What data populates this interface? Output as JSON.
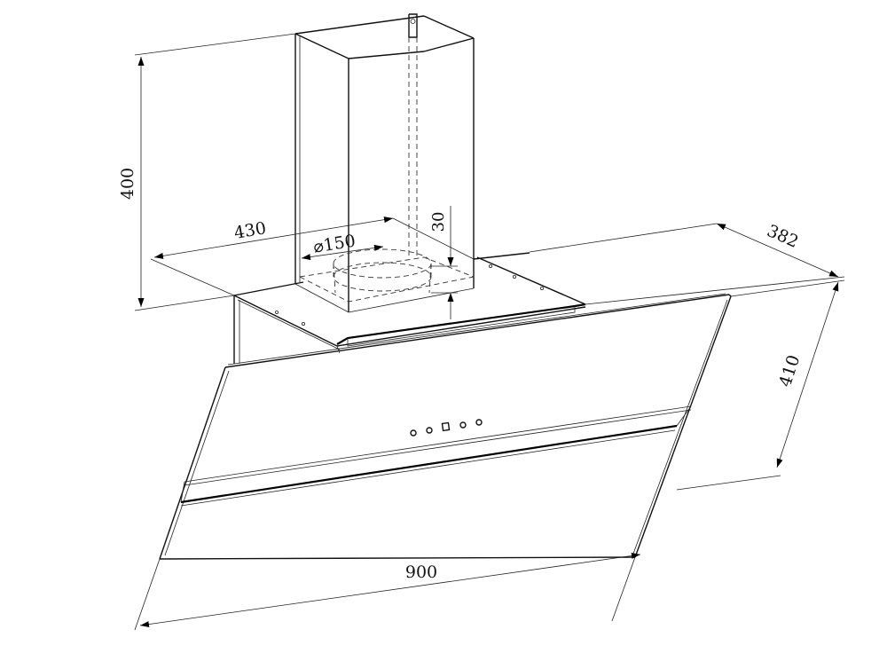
{
  "dimensions": {
    "chimney_height": "400",
    "chimney_depth": "430",
    "duct_diameter": "⌀150",
    "duct_offset": "30",
    "hood_depth": "382",
    "glass_height": "410",
    "hood_width": "900"
  },
  "control_panel": {
    "buttons": [
      "button",
      "button",
      "display",
      "button",
      "button"
    ]
  }
}
